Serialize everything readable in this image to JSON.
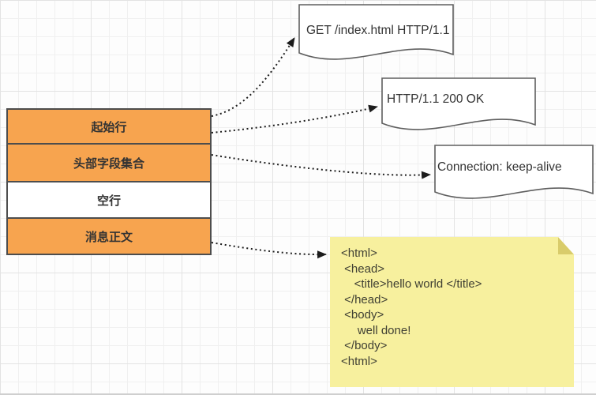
{
  "colors": {
    "orange": "#f7a44f",
    "box_border": "#4d4d4d",
    "doc_border": "#5f5f5f",
    "note_fill": "#f7f09e",
    "note_fold": "#d9cc6b",
    "note_text": "#3f3f33",
    "text": "#333333",
    "arrow": "#1c1c1c"
  },
  "stack": {
    "rows": [
      {
        "label": "起始行",
        "fill": "orange"
      },
      {
        "label": "头部字段集合",
        "fill": "orange"
      },
      {
        "label": "空行",
        "fill": "white"
      },
      {
        "label": "消息正文",
        "fill": "orange"
      }
    ]
  },
  "documents": [
    {
      "text": "GET /index.html HTTP/1.1"
    },
    {
      "text": "HTTP/1.1 200 OK"
    },
    {
      "text": "Connection: keep-alive"
    }
  ],
  "note": {
    "lines": [
      "<html>",
      " <head>",
      "    <title>hello world </title>",
      " </head>",
      " <body>",
      "     well done!",
      " </body>",
      "<html>"
    ]
  }
}
